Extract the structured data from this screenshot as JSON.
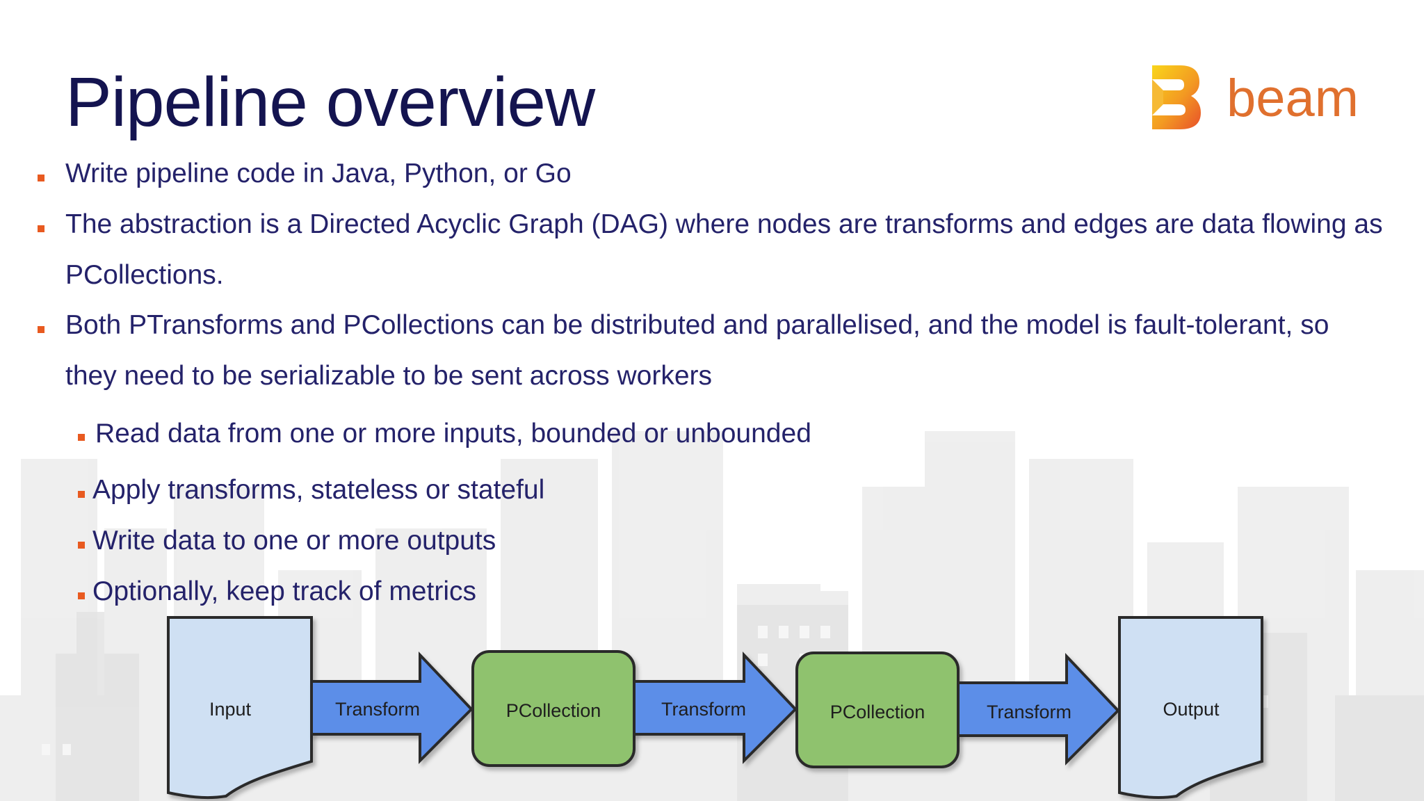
{
  "slide": {
    "title": "Pipeline overview",
    "logo_text": "beam",
    "accent_color": "#e85a20"
  },
  "bullets": [
    {
      "text": "Write pipeline code in Java, Python, or Go",
      "level": 1
    },
    {
      "text": "The abstraction is a Directed Acyclic Graph (DAG) where nodes are transforms and edges are data flowing as",
      "level": 1
    },
    {
      "text": "PCollections.",
      "level": 1,
      "continuation": true
    },
    {
      "text": "Both PTransforms and PCollections can be distributed and parallelised, and the model is fault-tolerant, so",
      "level": 1
    },
    {
      "text": "they need to be serializable to be sent across workers",
      "level": 1,
      "continuation": true
    },
    {
      "text": "Read data from one or more inputs, bounded or unbounded",
      "level": 2
    },
    {
      "text": "Apply transforms, stateless or stateful",
      "level": 2
    },
    {
      "text": "Write data to one or more outputs",
      "level": 2
    },
    {
      "text": "Optionally, keep track of metrics",
      "level": 2
    }
  ],
  "diagram": {
    "nodes": [
      {
        "label": "Input",
        "kind": "document"
      },
      {
        "label": "Transform",
        "kind": "arrow"
      },
      {
        "label": "PCollection",
        "kind": "rounded-box"
      },
      {
        "label": "Transform",
        "kind": "arrow"
      },
      {
        "label": "PCollection",
        "kind": "rounded-box"
      },
      {
        "label": "Transform",
        "kind": "arrow"
      },
      {
        "label": "Output",
        "kind": "document"
      }
    ],
    "colors": {
      "document": "#cfe0f3",
      "arrow": "#5b8ee8",
      "pcollection": "#8fc26e"
    }
  }
}
